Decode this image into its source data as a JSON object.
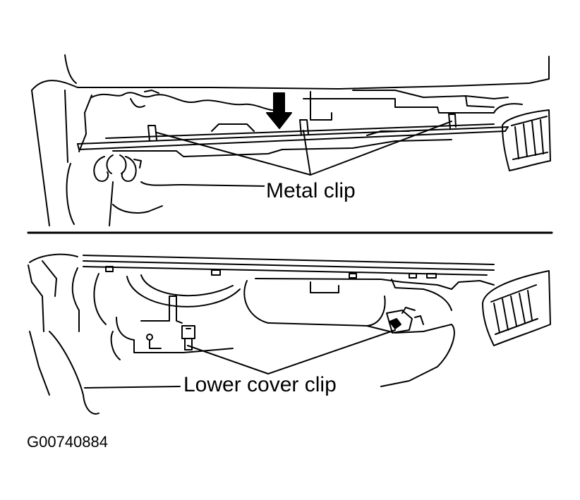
{
  "labels": {
    "metal_clip": "Metal clip",
    "lower_cover_clip": "Lower cover clip",
    "figure_id": "G00740884"
  },
  "colors": {
    "ink": "#000000",
    "paper": "#ffffff"
  }
}
